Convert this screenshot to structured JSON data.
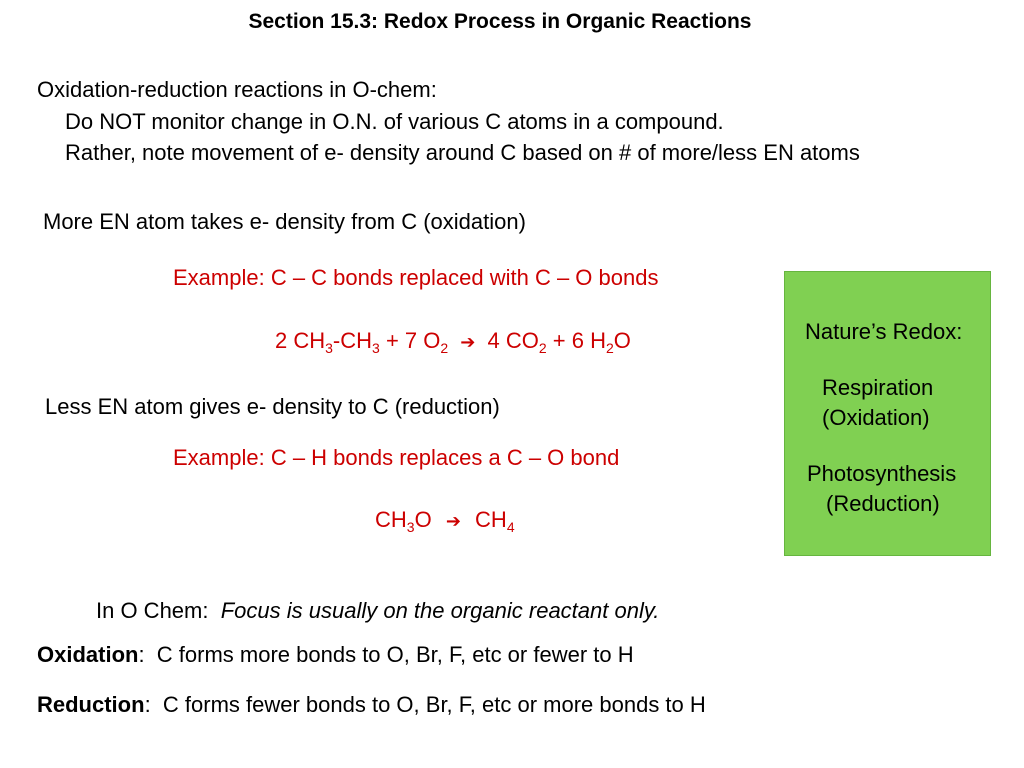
{
  "title": "Section 15.3:  Redox Process in Organic Reactions",
  "intro": {
    "line1": "Oxidation-reduction reactions in O-chem:",
    "line2": "Do NOT monitor change in O.N. of various C atoms in a compound.",
    "line3": "Rather, note movement of e- density around C based on # of more/less EN atoms"
  },
  "oxidation_section": {
    "heading": "More EN atom takes e- density from C (oxidation)",
    "example": "Example:  C – C bonds replaced with C – O bonds",
    "equation": {
      "p1": "2 CH",
      "s1": "3",
      "p2": "-CH",
      "s2": "3",
      "p3": " + 7 O",
      "s3": "2",
      "arrow": "➔",
      "p4": "4 CO",
      "s4": "2",
      "p5": " + 6 H",
      "s5": "2",
      "p6": "O"
    }
  },
  "reduction_section": {
    "heading": "Less EN atom gives e- density to C (reduction)",
    "example": "Example:  C – H bonds replaces a C – O bond",
    "equation": {
      "p1": "CH",
      "s1": "3",
      "p2": "O",
      "arrow": "➔",
      "p3": "CH",
      "s3": "4"
    }
  },
  "nature_box": {
    "heading": "Nature’s Redox:",
    "respiration": "Respiration",
    "respiration_note": "(Oxidation)",
    "photosynthesis": "Photosynthesis",
    "photosynthesis_note": "(Reduction)",
    "color": "#80d052"
  },
  "focus": {
    "label": "In O Chem:  ",
    "text": "Focus is usually on the organic reactant only."
  },
  "definitions": {
    "oxidation_term": "Oxidation",
    "oxidation_def": ":  C forms more bonds to O, Br, F, etc or fewer to H",
    "reduction_term": "Reduction",
    "reduction_def": ":  C forms fewer bonds to O, Br, F, etc or more bonds to H"
  },
  "colors": {
    "example_text": "#cc0000",
    "body_text": "#000000"
  }
}
